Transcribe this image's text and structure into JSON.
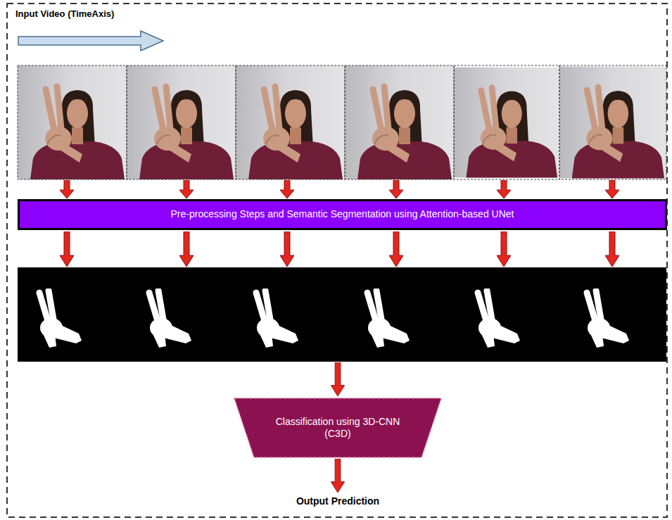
{
  "diagram": {
    "nodes": [
      {
        "text": [
          "Pre-processing Steps and Semantic Segmentation using Attention-based UNet"
        ]
      },
      {
        "text": [
          "Classification using 3D-CNN (C3D)"
        ]
      }
    ],
    "labels": [
      "Input Video (TimeAxis)",
      "Output Prediction"
    ]
  }
}
